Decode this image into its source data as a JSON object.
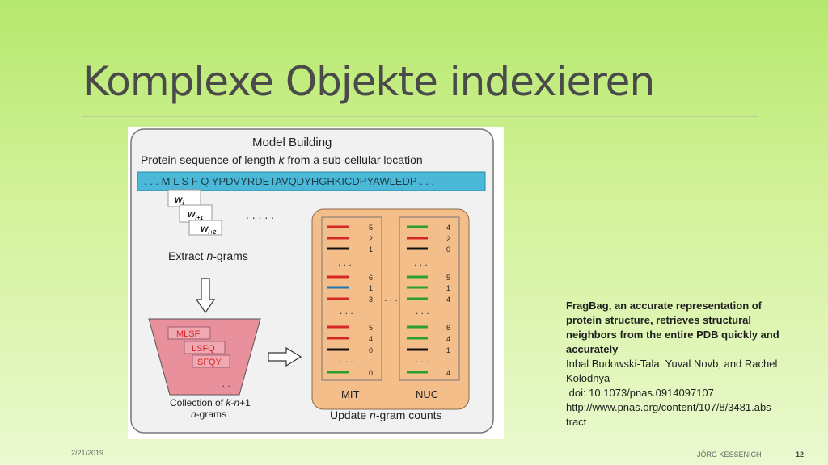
{
  "slide": {
    "title": "Komplexe Objekte indexieren",
    "footer_date": "2/21/2019",
    "footer_author": "JÖRG KESSENICH",
    "page_number": "12"
  },
  "figure": {
    "heading": "Model Building",
    "sequence_label": "Protein sequence of length",
    "sequence_k": "k",
    "sequence_label_end": "from a sub-cellular location",
    "sequence": ". . . M L S F Q YPDVYRDETAVQDYHGHKICDPYAWLEDP . . .",
    "windows": [
      "w",
      "w",
      "w"
    ],
    "window_subs": [
      "i",
      "i+1",
      "i+2"
    ],
    "dots_top": ". . . . .",
    "extract_label_pre": "Extract",
    "extract_n": "n",
    "extract_label_post": "-grams",
    "ngrams": [
      "MLSF",
      "LSFQ",
      "SFQY"
    ],
    "funnel_dots": ". . .",
    "collection_line1_pre": "Collection of",
    "collection_line1_k": "k-n",
    "collection_line1_post": "+1",
    "collection_line2_n": "n",
    "collection_line2_post": "-grams",
    "update_pre": "Update",
    "update_n": "n",
    "update_post": "-gram counts",
    "mid_dots": ". . .",
    "mit": {
      "label": "MIT",
      "counts": [
        "5",
        "2",
        "1",
        "6",
        "1",
        "3",
        "5",
        "4",
        "0",
        "0"
      ],
      "colors": [
        "#d62728",
        "#d62728",
        "#111111",
        "#d62728",
        "#1f77b4",
        "#d62728",
        "#d62728",
        "#d62728",
        "#111111",
        "#2ca02c"
      ]
    },
    "nuc": {
      "label": "NUC",
      "counts": [
        "4",
        "2",
        "0",
        "5",
        "1",
        "4",
        "6",
        "4",
        "1",
        "4"
      ],
      "colors": [
        "#2ca02c",
        "#d62728",
        "#111111",
        "#2ca02c",
        "#2ca02c",
        "#2ca02c",
        "#2ca02c",
        "#2ca02c",
        "#111111",
        "#2ca02c"
      ]
    },
    "column_dots": ". . ."
  },
  "caption": {
    "bold_lines": [
      "FragBag, an accurate representation of",
      "protein structure, retrieves structural",
      "neighbors from the entire PDB quickly and",
      "accurately"
    ],
    "authors_line1": "Inbal Budowski-Tala, Yuval Novb, and Rachel",
    "authors_line2": "Kolodnya",
    "doi": " doi: 10.1073/pnas.0914097107",
    "url_line1": "http://www.pnas.org/content/107/8/3481.abs",
    "url_line2": "tract"
  },
  "colors": {
    "sequence_bar": "#4bb8d8",
    "panel": "#f4be8a",
    "funnel": "#e8909c",
    "ngram_box": "#f0a9b2",
    "ngram_text": "#d62728"
  }
}
